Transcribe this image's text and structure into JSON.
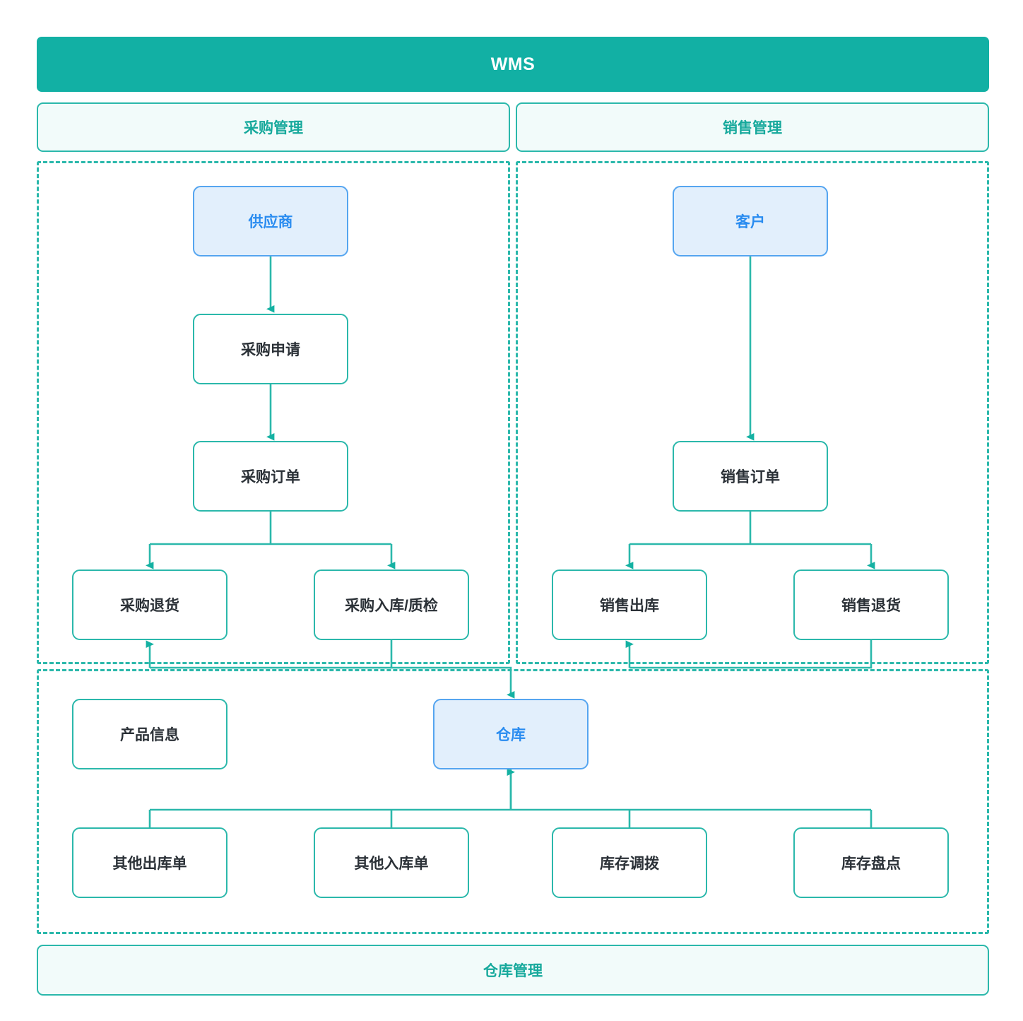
{
  "diagram": {
    "title": "WMS",
    "type": "flowchart",
    "colors": {
      "brand_teal": "#12b0a4",
      "line_teal": "#2bb8ab",
      "entity_blue_text": "#2a8cf0",
      "entity_blue_border": "#55a5f0",
      "entity_blue_fill": "#e2effc",
      "band_fill": "#f2fbfa",
      "node_text": "#2b3137",
      "background": "#ffffff"
    }
  },
  "header": {
    "label": "WMS"
  },
  "footer": {
    "label": "仓库管理"
  },
  "sections": [
    {
      "key": "purchase",
      "label": "采购管理"
    },
    {
      "key": "sales",
      "label": "销售管理"
    }
  ],
  "nodes": {
    "supplier": {
      "label": "供应商",
      "kind": "entity"
    },
    "purchase_req": {
      "label": "采购申请",
      "kind": "process"
    },
    "purchase_order": {
      "label": "采购订单",
      "kind": "process"
    },
    "purchase_return": {
      "label": "采购退货",
      "kind": "process"
    },
    "purchase_inbound": {
      "label": "采购入库/质检",
      "kind": "process"
    },
    "customer": {
      "label": "客户",
      "kind": "entity"
    },
    "sales_order": {
      "label": "销售订单",
      "kind": "process"
    },
    "sales_outbound": {
      "label": "销售出库",
      "kind": "process"
    },
    "sales_return": {
      "label": "销售退货",
      "kind": "process"
    },
    "product_info": {
      "label": "产品信息",
      "kind": "process"
    },
    "warehouse": {
      "label": "仓库",
      "kind": "entity"
    },
    "other_outbound": {
      "label": "其他出库单",
      "kind": "process"
    },
    "other_inbound": {
      "label": "其他入库单",
      "kind": "process"
    },
    "stock_transfer": {
      "label": "库存调拨",
      "kind": "process"
    },
    "stock_count": {
      "label": "库存盘点",
      "kind": "process"
    }
  },
  "edges": [
    {
      "from": "supplier",
      "to": "purchase_req",
      "arrow": true
    },
    {
      "from": "purchase_req",
      "to": "purchase_order",
      "arrow": true
    },
    {
      "from": "purchase_order",
      "to": "purchase_return",
      "arrow": true
    },
    {
      "from": "purchase_order",
      "to": "purchase_inbound",
      "arrow": true
    },
    {
      "from": "purchase_inbound",
      "to": "warehouse",
      "arrow": true
    },
    {
      "from": "purchase_inbound",
      "to": "purchase_return",
      "arrow": true
    },
    {
      "from": "customer",
      "to": "sales_order",
      "arrow": true
    },
    {
      "from": "sales_order",
      "to": "sales_outbound",
      "arrow": true
    },
    {
      "from": "sales_order",
      "to": "sales_return",
      "arrow": true
    },
    {
      "from": "sales_return",
      "to": "sales_outbound",
      "arrow": true
    },
    {
      "from": "warehouse",
      "to": "other_outbound",
      "arrow": true
    },
    {
      "from": "other_inbound",
      "to": "warehouse",
      "arrow": true
    },
    {
      "from": "stock_transfer",
      "to": "warehouse",
      "arrow": false
    },
    {
      "from": "stock_count",
      "to": "warehouse",
      "arrow": false
    }
  ]
}
